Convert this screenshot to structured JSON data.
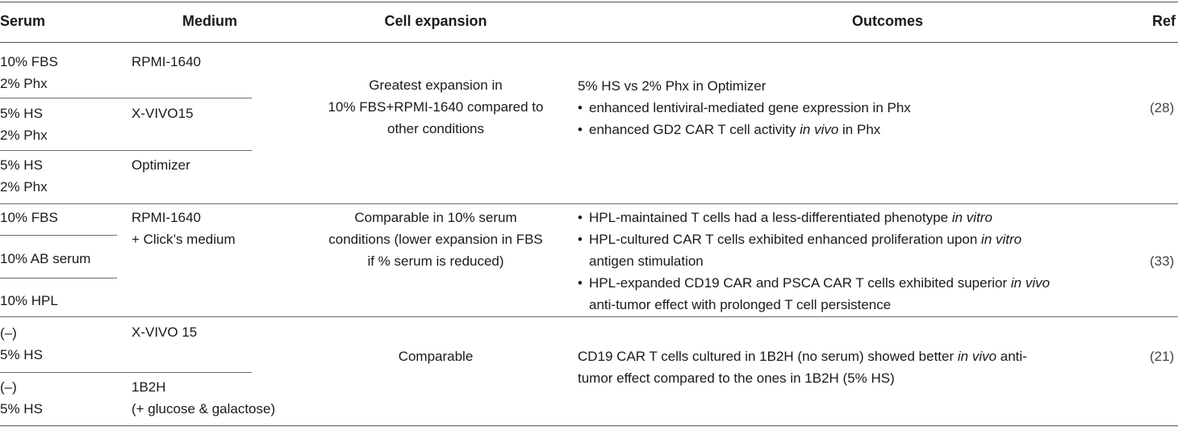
{
  "headers": {
    "serum": "Serum",
    "medium": "Medium",
    "expansion": "Cell expansion",
    "outcomes": "Outcomes",
    "ref": "Ref"
  },
  "row1": {
    "serum": [
      [
        "10% FBS",
        "2% Phx"
      ],
      [
        "5% HS",
        "2% Phx"
      ],
      [
        "5% HS",
        "2% Phx"
      ]
    ],
    "medium": [
      "RPMI-1640",
      "X-VIVO15",
      "Optimizer"
    ],
    "expansion": [
      "Greatest expansion in",
      "10% FBS+RPMI-1640 compared to",
      "other conditions"
    ],
    "outcome_intro": "5% HS vs 2% Phx in Optimizer",
    "outcome_b1": "enhanced lentiviral-mediated gene expression in Phx",
    "outcome_b2_pre": "enhanced GD2 CAR T cell activity ",
    "outcome_b2_em": "in vivo",
    "outcome_b2_post": " in Phx",
    "ref": "(28)"
  },
  "row2": {
    "serum": [
      "10% FBS",
      "10% AB serum",
      "10% HPL"
    ],
    "medium": [
      "RPMI-1640",
      "+ Click’s medium"
    ],
    "expansion": [
      "Comparable in 10% serum",
      "conditions (lower expansion in FBS",
      "if % serum is reduced)"
    ],
    "b1_pre": "HPL-maintained T cells had a less-differentiated phenotype ",
    "b1_em": "in vitro",
    "b2_l1_pre": "HPL-cultured CAR T cells exhibited enhanced proliferation upon ",
    "b2_l1_em": "in vitro",
    "b2_l2": "antigen stimulation",
    "b3_l1_pre": "HPL-expanded CD19 CAR and PSCA CAR T cells exhibited superior ",
    "b3_l1_em": "in vivo",
    "b3_l2": "anti-tumor effect with prolonged T cell persistence",
    "ref": "(33)"
  },
  "row3": {
    "serum": [
      [
        "(–)",
        "5% HS"
      ],
      [
        "(–)",
        "5% HS"
      ]
    ],
    "medium": [
      [
        "X-VIVO 15"
      ],
      [
        "1B2H",
        "(+ glucose & galactose)"
      ]
    ],
    "expansion": "Comparable",
    "l1_pre": "CD19 CAR T cells cultured in 1B2H (no serum) showed better ",
    "l1_em": "in vivo",
    "l1_post": " anti-",
    "l2": "tumor effect compared to the ones in 1B2H (5% HS)",
    "ref": "(21)"
  }
}
